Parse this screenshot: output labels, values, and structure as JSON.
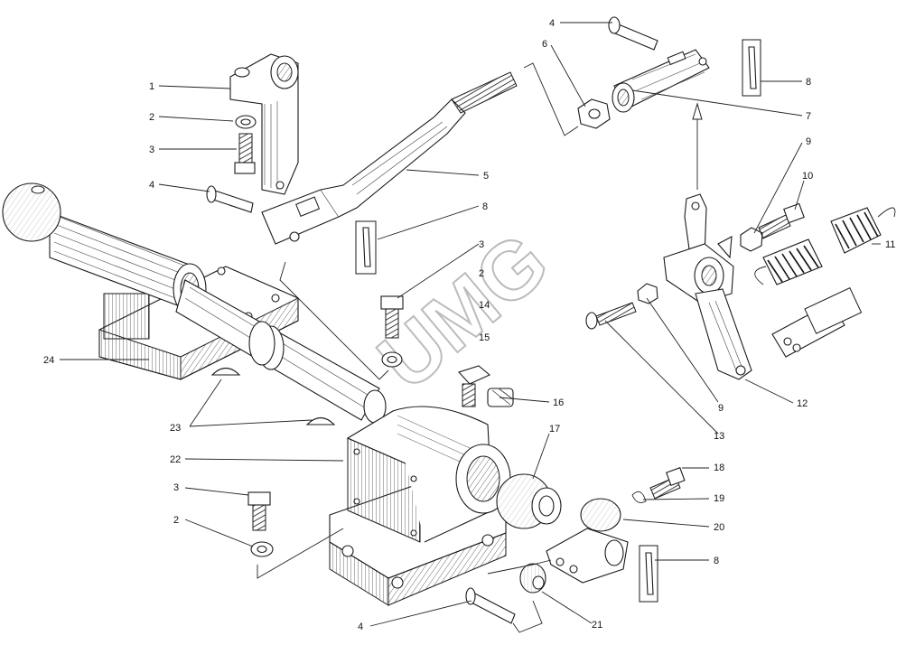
{
  "watermark": "UMG",
  "labels": [
    {
      "id": "l1",
      "text": "1"
    },
    {
      "id": "l2a",
      "text": "2"
    },
    {
      "id": "l3a",
      "text": "3"
    },
    {
      "id": "l4a",
      "text": "4"
    },
    {
      "id": "l5",
      "text": "5"
    },
    {
      "id": "l8a",
      "text": "8"
    },
    {
      "id": "l3b",
      "text": "3"
    },
    {
      "id": "l2b",
      "text": "2"
    },
    {
      "id": "l14",
      "text": "14"
    },
    {
      "id": "l15",
      "text": "15"
    },
    {
      "id": "l16",
      "text": "16"
    },
    {
      "id": "l4b",
      "text": "4"
    },
    {
      "id": "l6",
      "text": "6"
    },
    {
      "id": "l8b",
      "text": "8"
    },
    {
      "id": "l7",
      "text": "7"
    },
    {
      "id": "l9a",
      "text": "9"
    },
    {
      "id": "l10",
      "text": "10"
    },
    {
      "id": "l11",
      "text": "11"
    },
    {
      "id": "l12",
      "text": "12"
    },
    {
      "id": "l9b",
      "text": "9"
    },
    {
      "id": "l13",
      "text": "13"
    },
    {
      "id": "l24",
      "text": "24"
    },
    {
      "id": "l23",
      "text": "23"
    },
    {
      "id": "l22",
      "text": "22"
    },
    {
      "id": "l3c",
      "text": "3"
    },
    {
      "id": "l2c",
      "text": "2"
    },
    {
      "id": "l17",
      "text": "17"
    },
    {
      "id": "l18",
      "text": "18"
    },
    {
      "id": "l19",
      "text": "19"
    },
    {
      "id": "l20",
      "text": "20"
    },
    {
      "id": "l8c",
      "text": "8"
    },
    {
      "id": "l4c",
      "text": "4"
    },
    {
      "id": "l21",
      "text": "21"
    }
  ]
}
